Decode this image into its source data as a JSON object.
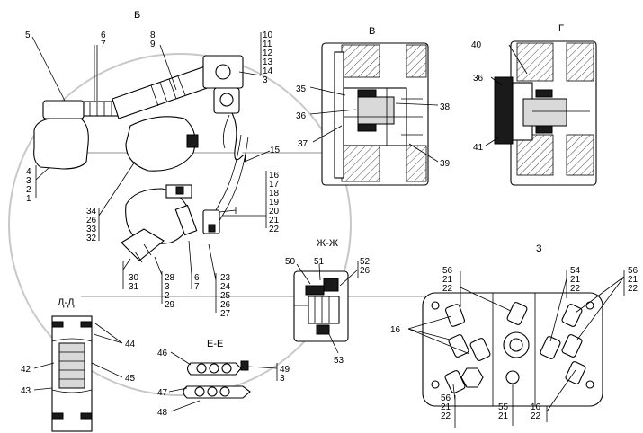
{
  "views": {
    "b": "Б",
    "v": "В",
    "g": "Г",
    "zh": "Ж-Ж",
    "z": "З",
    "d": "Д-Д",
    "e": "Е-Е"
  },
  "labels": {
    "l5": "5",
    "stack_6_7_top": [
      "6",
      "7"
    ],
    "stack_8_9": [
      "8",
      "9"
    ],
    "stack_10_3": [
      "10",
      "11",
      "12",
      "13",
      "14",
      "3"
    ],
    "l15": "15",
    "stack_16_22": [
      "16",
      "17",
      "18",
      "19",
      "20",
      "21",
      "22"
    ],
    "stack_4_1": [
      "4",
      "3",
      "2",
      "1"
    ],
    "stack_34_32": [
      "34",
      "26",
      "33",
      "32"
    ],
    "stack_30_31": [
      "30",
      "31"
    ],
    "stack_28_29": [
      "28",
      "3",
      "2",
      "29"
    ],
    "stack_6_7_low": [
      "6",
      "7"
    ],
    "stack_23_27": [
      "23",
      "24",
      "25",
      "26",
      "27"
    ],
    "l35": "35",
    "l36v": "36",
    "l37": "37",
    "l38": "38",
    "l39": "39",
    "l40": "40",
    "l36g": "36",
    "l41": "41",
    "l50": "50",
    "l51": "51",
    "stack_52_26": [
      "52",
      "26"
    ],
    "l53": "53",
    "l44": "44",
    "l42": "42",
    "l45": "45",
    "l43": "43",
    "l46": "46",
    "l47": "47",
    "l48": "48",
    "stack_49_3": [
      "49",
      "3"
    ],
    "stack_56_tl": [
      "56",
      "21",
      "22"
    ],
    "stack_54": [
      "54",
      "21",
      "22"
    ],
    "stack_56_tr": [
      "56",
      "21",
      "22"
    ],
    "l16z": "16",
    "stack_56_bl": [
      "56",
      "21",
      "22"
    ],
    "stack_55": [
      "55",
      "21"
    ],
    "stack_16_br": [
      "16",
      "22"
    ]
  }
}
